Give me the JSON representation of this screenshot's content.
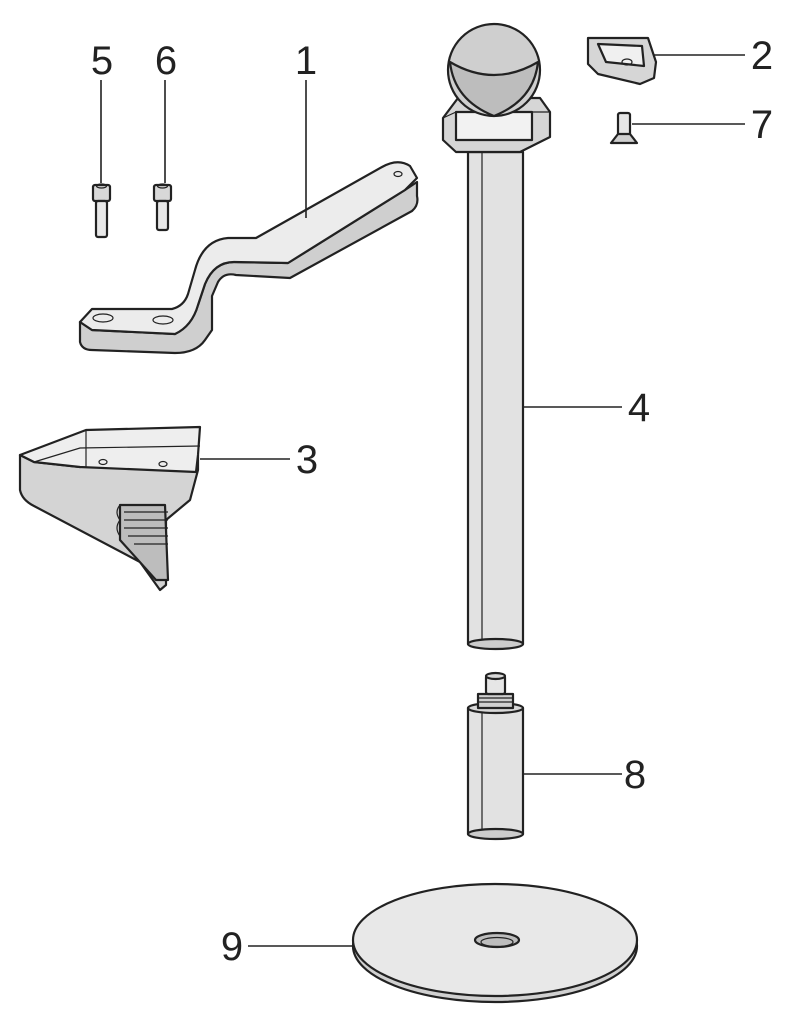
{
  "colors": {
    "ink": "#222222",
    "light_gray": "#dedede",
    "mid_gray": "#c8c8c8",
    "dark_gray": "#9a9a9a"
  },
  "callouts": [
    {
      "id": "1",
      "label": "1"
    },
    {
      "id": "2",
      "label": "2"
    },
    {
      "id": "3",
      "label": "3"
    },
    {
      "id": "4",
      "label": "4"
    },
    {
      "id": "5",
      "label": "5"
    },
    {
      "id": "6",
      "label": "6"
    },
    {
      "id": "7",
      "label": "7"
    },
    {
      "id": "8",
      "label": "8"
    },
    {
      "id": "9",
      "label": "9"
    }
  ]
}
